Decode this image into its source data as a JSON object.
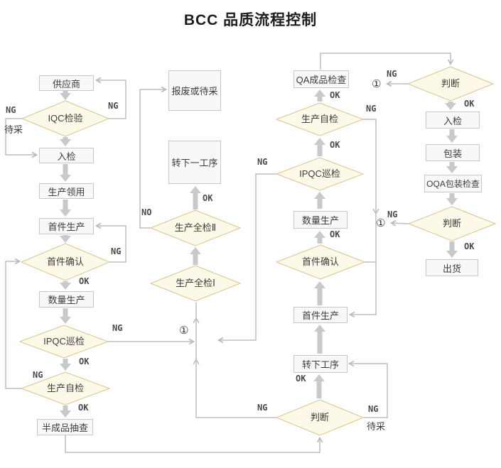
{
  "title": "BCC 品质流程控制",
  "colors": {
    "diamond_fill": "#fdf9e8",
    "diamond_border": "#d8c48e",
    "box_fill": "#f8f8f6",
    "box_border": "#c7c7c7",
    "wire": "#bdbdbd",
    "thick_arrow": "#c9c9c9",
    "text": "#3c3c3c"
  },
  "nodes": {
    "supplier": "供应商",
    "iqc_check": "IQC检验",
    "incoming_left": "入检",
    "production_requisition": "生产领用",
    "first_piece_prod_left": "首件生产",
    "first_piece_confirm_left": "首件确认",
    "quantity_prod_left": "数量生产",
    "ipqc_left": "IPQC巡检",
    "self_check_left": "生产自检",
    "semi_finished_spot_check": "半成品抽查",
    "scrap_or_pending": "报废或待采",
    "to_next_process_mid": "转下一工序",
    "full_inspection_2": "生产全检Ⅱ",
    "full_inspection_1": "生产全检Ⅰ",
    "qa_finished_check": "QA成品检查",
    "self_check_right": "生产自检",
    "ipqc_right": "IPQC巡检",
    "quantity_prod_right": "数量生产",
    "first_piece_confirm_right": "首件确认",
    "first_piece_prod_right": "首件生产",
    "to_next_process_right": "转下工序",
    "judge_bottom": "判断",
    "judge_top_right": "判断",
    "incoming_right": "入检",
    "packaging": "包装",
    "oqa_packaging_check": "OQA包装检查",
    "judge_mid_right": "判断",
    "shipment": "出货"
  },
  "edge_labels": {
    "ng": "NG",
    "ok": "OK",
    "no": "NO",
    "pending_purchase": "待采",
    "connector_1": "①"
  }
}
